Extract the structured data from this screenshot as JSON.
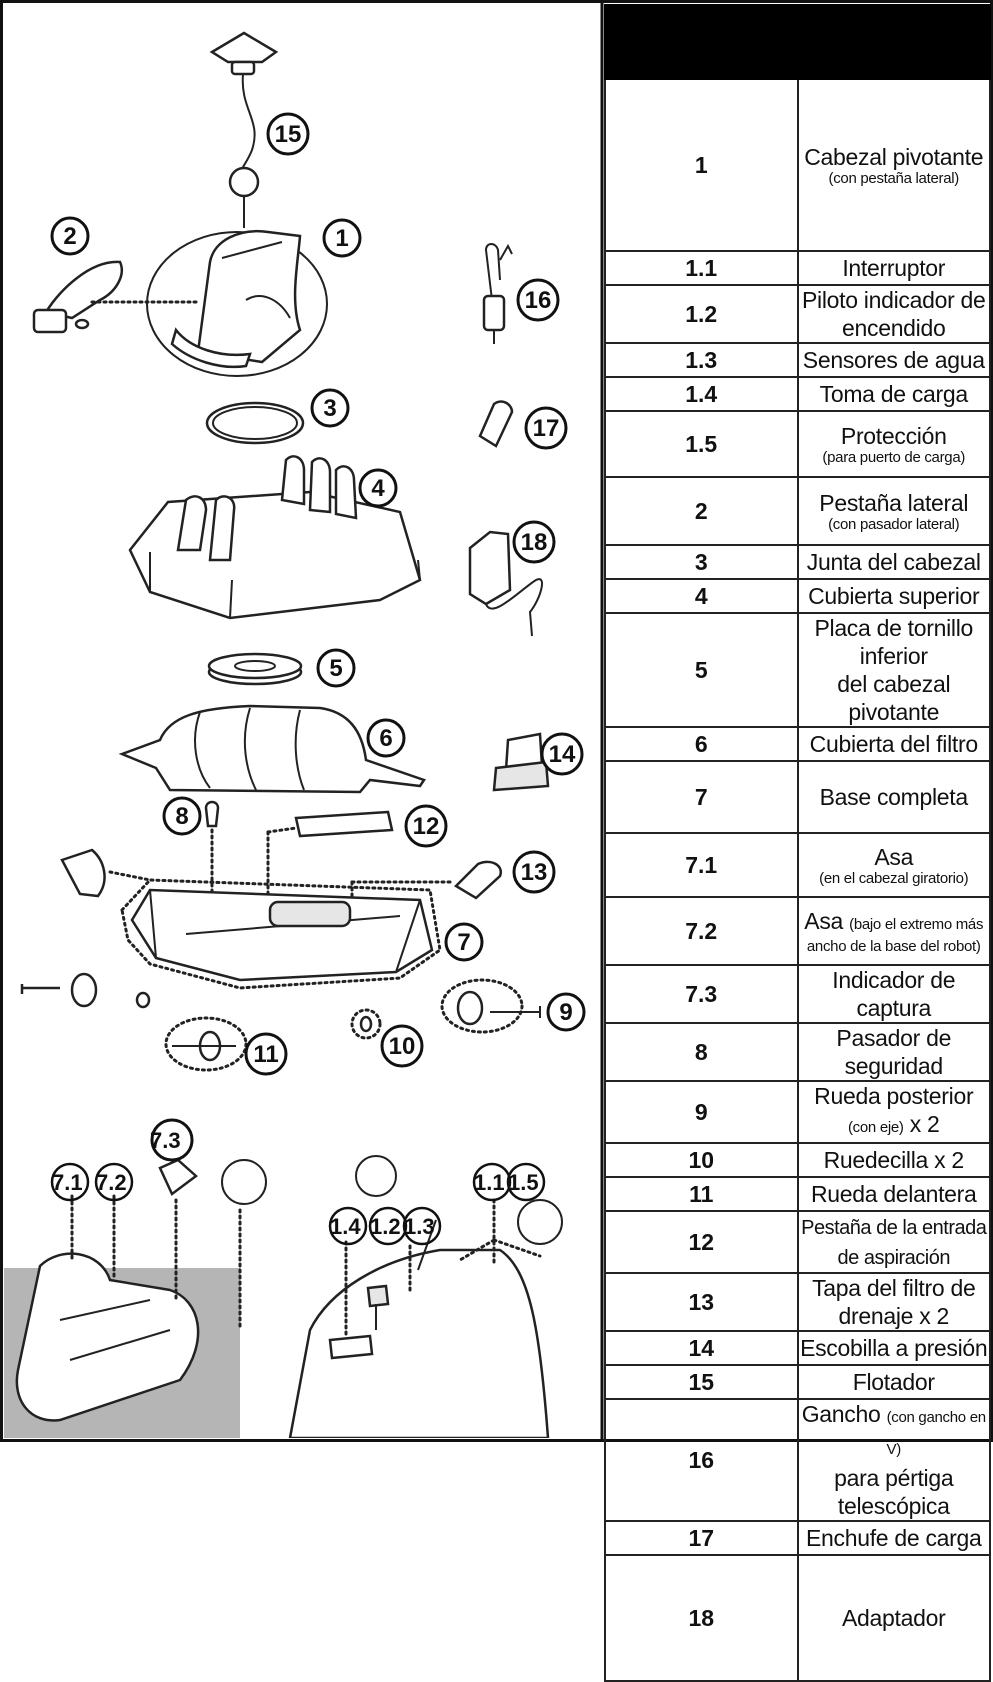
{
  "diagram": {
    "callouts": [
      "1",
      "2",
      "3",
      "4",
      "5",
      "6",
      "7",
      "8",
      "9",
      "10",
      "11",
      "12",
      "13",
      "14",
      "15",
      "16",
      "17",
      "18"
    ],
    "detail_labels": [
      "7.1",
      "7.2",
      "7.3",
      "1.4",
      "1.2",
      "1.3",
      "1.1",
      "1.5"
    ]
  },
  "parts_table": {
    "rows": [
      {
        "num": "1",
        "name": "Cabezal pivotante",
        "note": "(con pestaña lateral)"
      },
      {
        "num": "1.1",
        "name": "Interruptor"
      },
      {
        "num": "1.2",
        "name": "Piloto indicador de encendido"
      },
      {
        "num": "1.3",
        "name": "Sensores de agua"
      },
      {
        "num": "1.4",
        "name": "Toma de carga"
      },
      {
        "num": "1.5",
        "name": "Protección",
        "note": "(para puerto de carga)"
      },
      {
        "num": "2",
        "name": "Pestaña lateral",
        "note": "(con pasador lateral)"
      },
      {
        "num": "3",
        "name": "Junta del cabezal"
      },
      {
        "num": "4",
        "name": "Cubierta superior"
      },
      {
        "num": "5",
        "name": "Placa de tornillo inferior",
        "name2": "del cabezal pivotante"
      },
      {
        "num": "6",
        "name": "Cubierta del filtro"
      },
      {
        "num": "7",
        "name": "Base completa"
      },
      {
        "num": "7.1",
        "name": "Asa",
        "note": "(en el cabezal giratorio)"
      },
      {
        "num": "7.2",
        "name": "Asa",
        "inline": "(bajo el extremo más",
        "note": "ancho de la base del robot)"
      },
      {
        "num": "7.3",
        "name": "Indicador de captura"
      },
      {
        "num": "8",
        "name": "Pasador de seguridad"
      },
      {
        "num": "9",
        "name": "Rueda posterior",
        "inline": "(con eje)",
        "suffix": "x 2"
      },
      {
        "num": "10",
        "name": "Ruedecilla x 2"
      },
      {
        "num": "11",
        "name": "Rueda delantera"
      },
      {
        "num": "12",
        "name": "Pestaña de la entrada de aspiración"
      },
      {
        "num": "13",
        "name": "Tapa del filtro de drenaje x 2"
      },
      {
        "num": "14",
        "name": "Escobilla a presión"
      },
      {
        "num": "15",
        "name": "Flotador"
      },
      {
        "num": "16",
        "name": "Gancho",
        "inline": "(con gancho en V)",
        "name2": "para pértiga telescópica"
      },
      {
        "num": "17",
        "name": "Enchufe de carga"
      },
      {
        "num": "18",
        "name": "Adaptador"
      }
    ]
  }
}
